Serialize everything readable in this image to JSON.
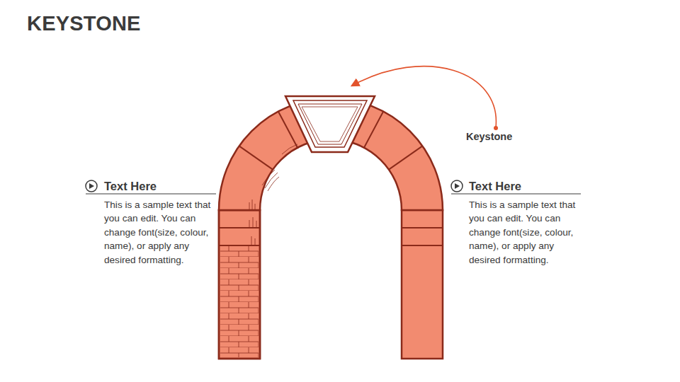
{
  "diagram": {
    "title": "KEYSTONE",
    "labels": [
      "Keystone",
      "Text Here",
      "This is a sample text that you can edit. You can change font(size, colour, name), or apply any desired formatting.",
      "Text Here",
      "This is a sample text that you can edit. You can change font(size, colour, name), or apply any desired formatting."
    ]
  }
}
